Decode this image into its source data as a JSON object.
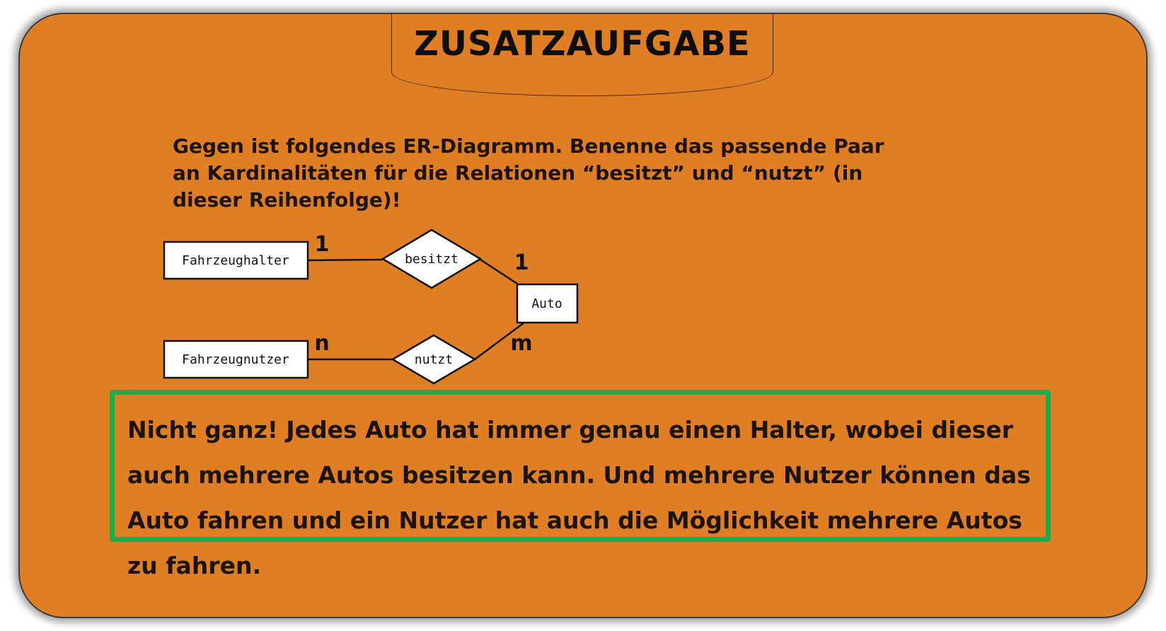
{
  "title": "ZUSATZAUFGABE",
  "question": "Gegen ist folgendes ER-Diagramm. Benenne das passende Paar an Kardinalitäten für die Relationen “besitzt” und “nutzt” (in dieser Reihenfolge)!",
  "diagram": {
    "entities": {
      "halter": "Fahrzeughalter",
      "nutzer": "Fahrzeugnutzer",
      "auto": "Auto"
    },
    "relations": {
      "besitzt": "besitzt",
      "nutzt": "nutzt"
    },
    "cardinalities": {
      "halter_side": "1",
      "besitzt_auto_side": "1",
      "nutzer_side": "n",
      "nutzt_auto_side": "m"
    }
  },
  "feedback": "Nicht ganz! Jedes Auto hat immer genau einen Halter, wobei dieser auch mehrere Autos besitzen kann. Und mehrere Nutzer können das Auto fahren und ein Nutzer hat auch die Möglichkeit mehrere Autos zu fahren.",
  "colors": {
    "card_background": "#e07e23",
    "feedback_border": "#16b04a"
  }
}
